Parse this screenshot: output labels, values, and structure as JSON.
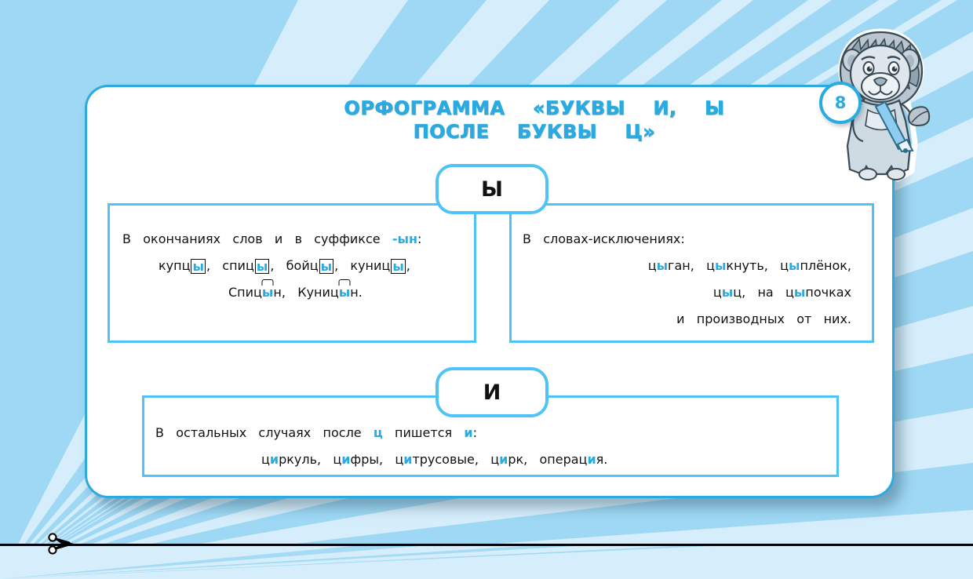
{
  "slide": {
    "page_number": "8",
    "title_lines": [
      "ОРФОГРАММА    «БУКВЫ    И,    Ы",
      "ПОСЛЕ    БУКВЫ    Ц»"
    ]
  },
  "colors": {
    "accent": "#29ABE2",
    "panel_border": "#4FC3F7",
    "background": "#9ed8f4",
    "ray_light": "#d6eefb",
    "text": "#111111"
  },
  "bubbles": {
    "y": "Ы",
    "i": "И"
  },
  "panel_left": {
    "line1_pre": "В   окончаниях   слов   и   в   суффиксе   ",
    "line1_suffix": "-ын",
    "line1_post": ":",
    "line2_parts": [
      {
        "stem": "купц",
        "ending": "ы",
        "tail": ",   "
      },
      {
        "stem": "спиц",
        "ending": "ы",
        "tail": ",   "
      },
      {
        "stem": "бойц",
        "ending": "ы",
        "tail": ",   "
      },
      {
        "stem": "куниц",
        "ending": "ы",
        "tail": ","
      }
    ],
    "line3_parts": [
      {
        "stem": "Спиц",
        "suffix": "ы",
        "tail": "н,   "
      },
      {
        "stem": "Куниц",
        "suffix": "ы",
        "tail": "н."
      }
    ]
  },
  "panel_right": {
    "line1": "В   словах-исключениях:",
    "line2_parts": [
      {
        "pre": "ц",
        "hl": "ы",
        "post": "ган,   "
      },
      {
        "pre": "ц",
        "hl": "ы",
        "post": "кнуть,   "
      },
      {
        "pre": "ц",
        "hl": "ы",
        "post": "плёнок,"
      }
    ],
    "line3_parts": [
      {
        "pre": "ц",
        "hl": "ы",
        "post": "ц,   на   "
      },
      {
        "pre": "ц",
        "hl": "ы",
        "post": "почках"
      }
    ],
    "line4": "и   производных   от   них."
  },
  "panel_bottom": {
    "line1_a": "В   остальных   случаях   после   ",
    "line1_ts": "ц",
    "line1_b": "   пишется   ",
    "line1_i": "и",
    "line1_c": ":",
    "line2_parts": [
      {
        "pre": "ц",
        "hl": "и",
        "post": "ркуль,   "
      },
      {
        "pre": "ц",
        "hl": "и",
        "post": "фры,   "
      },
      {
        "pre": "ц",
        "hl": "и",
        "post": "трусовые,   "
      },
      {
        "pre": "ц",
        "hl": "и",
        "post": "рк,   операц"
      },
      {
        "pre": "",
        "hl": "и",
        "post": "я."
      }
    ]
  },
  "icons": {
    "scissors": "scissors-icon",
    "mascot": "lion-mascot"
  }
}
